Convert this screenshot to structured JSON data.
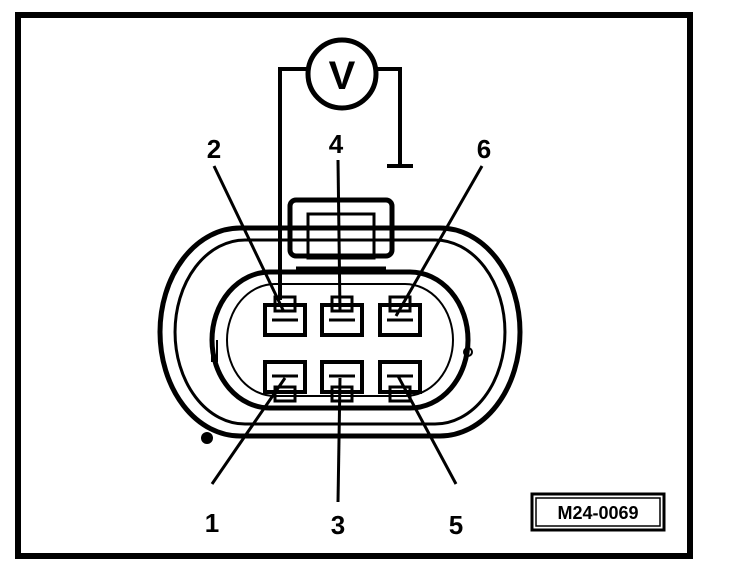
{
  "voltmeter": {
    "symbol": "V"
  },
  "pin_labels": {
    "p1": "1",
    "p2": "2",
    "p3": "3",
    "p4": "4",
    "p5": "5",
    "p6": "6"
  },
  "figure_code": "M24-0069",
  "colors": {
    "ink": "#000000",
    "paper": "#ffffff"
  }
}
